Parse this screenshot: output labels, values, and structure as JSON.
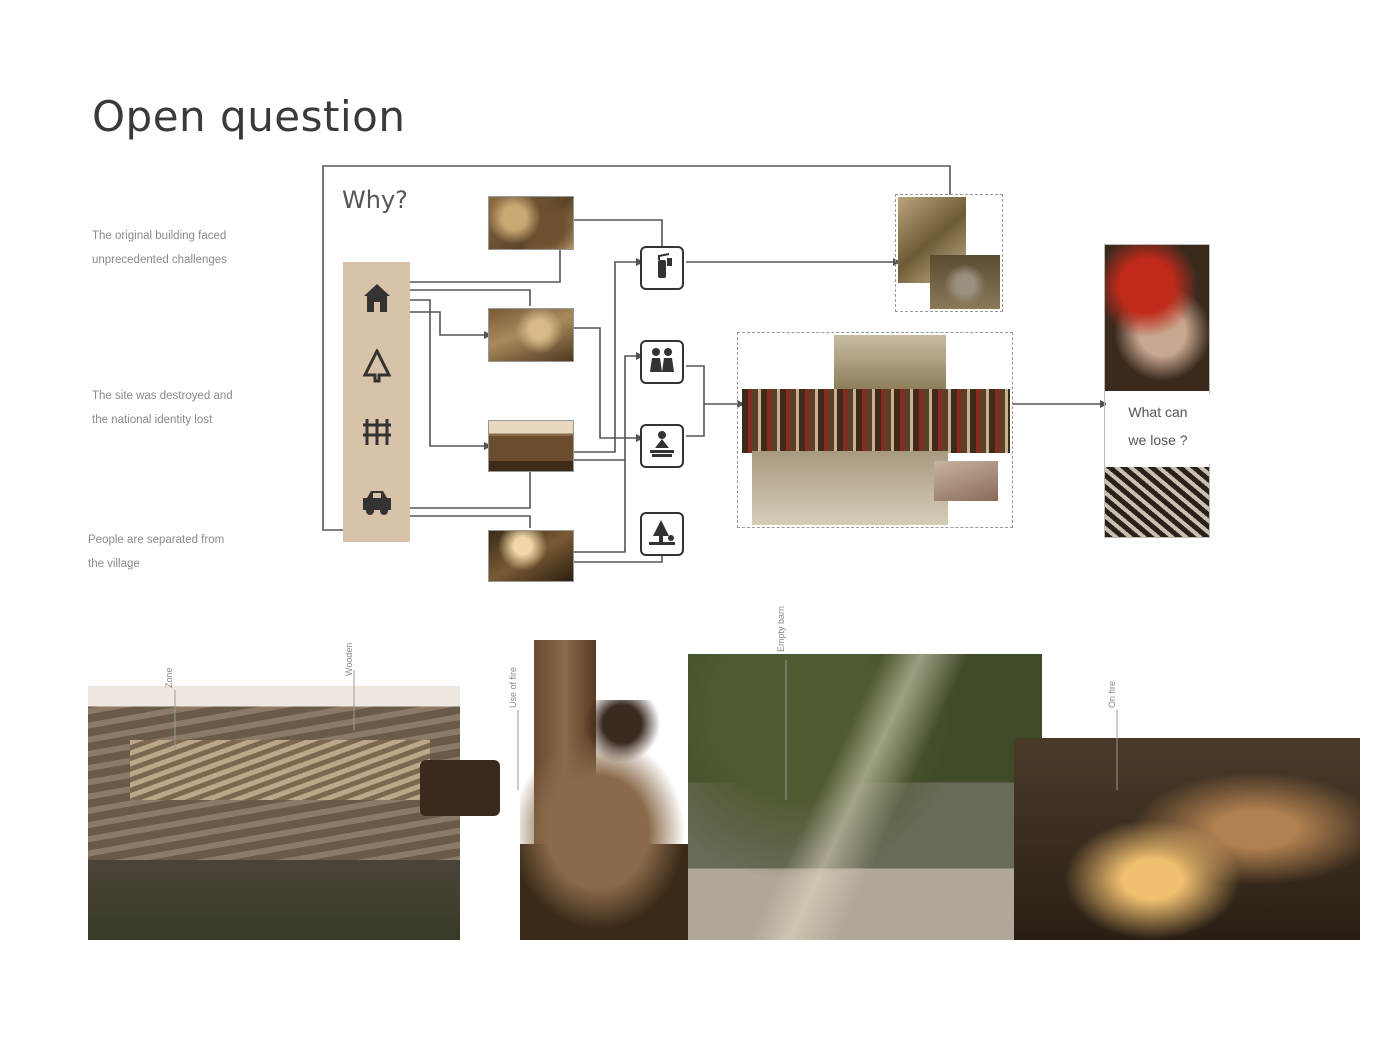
{
  "title": "Open question",
  "notes": [
    {
      "line1": "The original building faced",
      "line2": "unprecedented challenges"
    },
    {
      "line1": "The site was destroyed and",
      "line2": "the national identity lost"
    },
    {
      "line1": "People are separated from",
      "line2": "the village"
    }
  ],
  "diagram": {
    "why_label": "Why?",
    "ribbon_icons": [
      "house-icon",
      "tree-icon",
      "fence-icon",
      "car-icon"
    ],
    "node_icons": [
      "fire-extinguisher-icon",
      "people-icon",
      "campfire-icon",
      "forest-icon"
    ],
    "result": {
      "line1": "What can",
      "line2": "we lose ?"
    }
  },
  "panorama_labels": [
    "Zone",
    "Wooden",
    "Use of fire",
    "Empty barn",
    "On fire"
  ],
  "colors": {
    "ribbon": "#d9c3a8",
    "line": "#555555",
    "accent_photo_tone": "#8a6a43"
  }
}
